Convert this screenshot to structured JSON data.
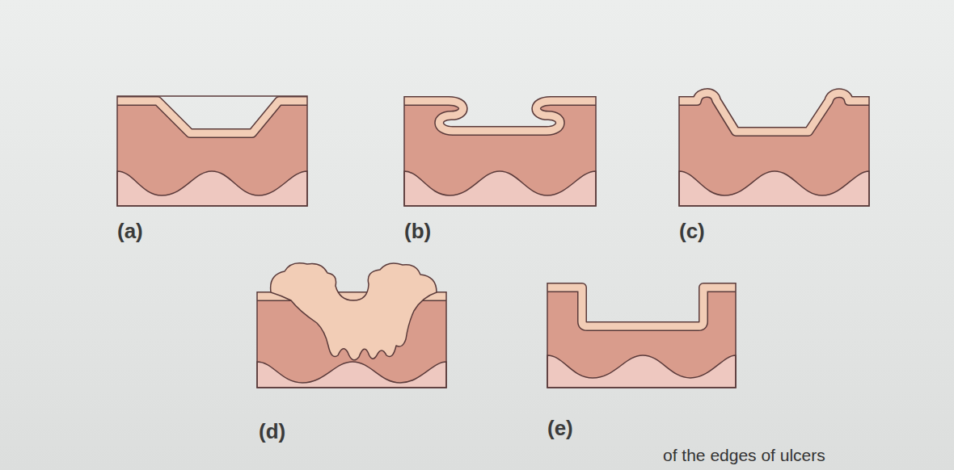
{
  "diagram": {
    "caption": "of the edges of ulcers",
    "labels": [
      "(a)",
      "(b)",
      "(c)",
      "(d)",
      "(e)"
    ]
  }
}
